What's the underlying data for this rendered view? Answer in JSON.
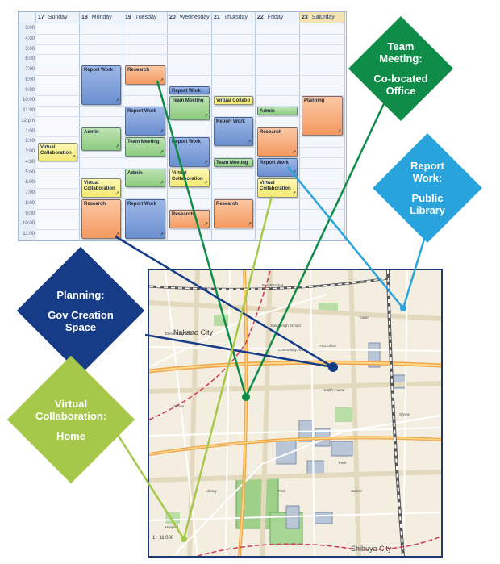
{
  "calendar": {
    "days": [
      {
        "num": "17",
        "name": "Sunday"
      },
      {
        "num": "18",
        "name": "Monday"
      },
      {
        "num": "19",
        "name": "Tuesday"
      },
      {
        "num": "20",
        "name": "Wednesday"
      },
      {
        "num": "21",
        "name": "Thursday"
      },
      {
        "num": "22",
        "name": "Friday"
      },
      {
        "num": "23",
        "name": "Saturday"
      }
    ],
    "times": [
      "3:00",
      "4:00",
      "5:00",
      "6:00",
      "7:00",
      "8:00",
      "9:00",
      "10:00",
      "11:00",
      "12 pm",
      "1:00",
      "2:00",
      "3:00",
      "4:00",
      "5:00",
      "6:00",
      "7:00",
      "8:00",
      "9:00",
      "10:00",
      "11:00"
    ],
    "events": [
      {
        "label": "Virtual Collaboration",
        "day": 0,
        "start": 11.5,
        "end": 13.5,
        "color": "yellow"
      },
      {
        "label": "Report Work",
        "day": 1,
        "start": 4,
        "end": 8,
        "color": "blue"
      },
      {
        "label": "Admin",
        "day": 1,
        "start": 10,
        "end": 12.5,
        "color": "green"
      },
      {
        "label": "Virtual Collaboration",
        "day": 1,
        "start": 15,
        "end": 17,
        "color": "yellow"
      },
      {
        "label": "Research",
        "day": 1,
        "start": 17,
        "end": 21,
        "color": "orange"
      },
      {
        "label": "Research",
        "day": 2,
        "start": 4,
        "end": 6,
        "color": "orange"
      },
      {
        "label": "Report Work",
        "day": 2,
        "start": 8,
        "end": 11,
        "color": "blue"
      },
      {
        "label": "Team Meeting",
        "day": 2,
        "start": 11,
        "end": 13,
        "color": "green"
      },
      {
        "label": "Admin",
        "day": 2,
        "start": 14,
        "end": 16,
        "color": "green"
      },
      {
        "label": "Report Work",
        "day": 2,
        "start": 17,
        "end": 21,
        "color": "blue"
      },
      {
        "label": "Report Work",
        "day": 3,
        "start": 6,
        "end": 7,
        "color": "blue"
      },
      {
        "label": "Team Meeting",
        "day": 3,
        "start": 7,
        "end": 9.5,
        "color": "green"
      },
      {
        "label": "Report Work",
        "day": 3,
        "start": 11,
        "end": 14,
        "color": "blue"
      },
      {
        "label": "Virtual Collaboration",
        "day": 3,
        "start": 14,
        "end": 16,
        "color": "yellow"
      },
      {
        "label": "Research",
        "day": 3,
        "start": 18,
        "end": 20,
        "color": "orange"
      },
      {
        "label": "Virtual Collabo",
        "day": 4,
        "start": 7,
        "end": 8,
        "color": "yellow"
      },
      {
        "label": "Report Work",
        "day": 4,
        "start": 9,
        "end": 12,
        "color": "blue"
      },
      {
        "label": "Team Meeting",
        "day": 4,
        "start": 13,
        "end": 14,
        "color": "green"
      },
      {
        "label": "Research",
        "day": 4,
        "start": 17,
        "end": 20,
        "color": "orange"
      },
      {
        "label": "Admin",
        "day": 5,
        "start": 8,
        "end": 9,
        "color": "green"
      },
      {
        "label": "Research",
        "day": 5,
        "start": 10,
        "end": 13,
        "color": "orange"
      },
      {
        "label": "Report Work",
        "day": 5,
        "start": 13,
        "end": 15,
        "color": "blue"
      },
      {
        "label": "Virtual Collaboration",
        "day": 5,
        "start": 15,
        "end": 17,
        "color": "yellow"
      },
      {
        "label": "Planning",
        "day": 6,
        "start": 7,
        "end": 11,
        "color": "orange"
      }
    ]
  },
  "diamonds": {
    "team_meeting": {
      "line1": "Team",
      "line2": "Meeting:",
      "line3": "Co-located",
      "line4": "Office",
      "color": "#108c49"
    },
    "report_work": {
      "line1": "Report",
      "line2": "Work:",
      "line3": "Public",
      "line4": "Library",
      "color": "#29a3dc"
    },
    "planning": {
      "line1": "Planning:",
      "line2": "Gov Creation",
      "line3": "Space",
      "color": "#173c87"
    },
    "virtual": {
      "line1": "Virtual",
      "line2": "Collaboration:",
      "line3": "Home",
      "color": "#a5c84b"
    }
  },
  "map": {
    "labels": {
      "nakano": "Nakano City",
      "shibuya": "Shibuya City",
      "scale": "1 : 11 000"
    }
  }
}
